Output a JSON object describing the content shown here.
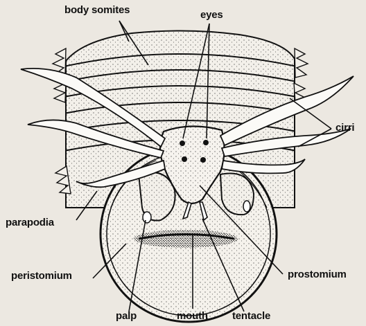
{
  "labels": {
    "body_somites": "body somites",
    "eyes": "eyes",
    "cirri": "cirri",
    "parapodia": "parapodia",
    "peristomium": "peristomium",
    "prostomium": "prostomium",
    "palp": "palp",
    "mouth": "mouth",
    "tentacle": "tentacle"
  },
  "colors": {
    "background": "#ece8e1",
    "ink": "#111111",
    "stipple": "#2a2a2a"
  }
}
